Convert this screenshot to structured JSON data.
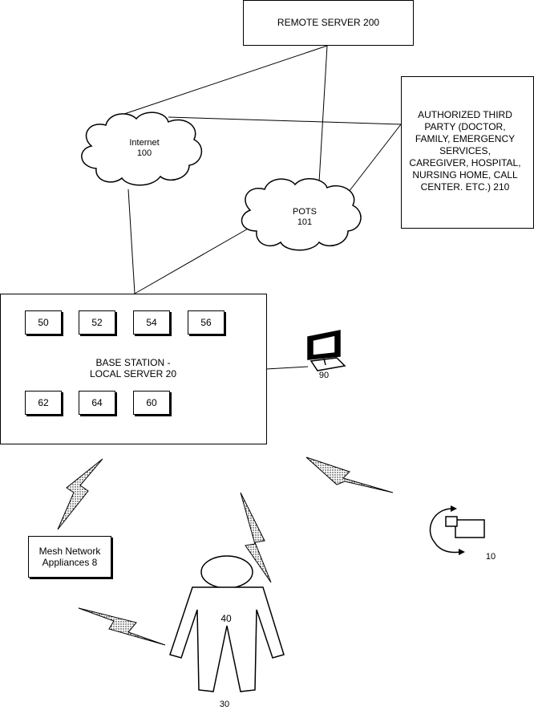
{
  "remote_server": {
    "label": "REMOTE SERVER 200"
  },
  "third_party": {
    "lines": [
      "AUTHORIZED THIRD",
      "PARTY (DOCTOR,",
      "FAMILY, EMERGENCY",
      "SERVICES,",
      "CAREGIVER, HOSPITAL,",
      "NURSING HOME, CALL",
      "CENTER. ETC.) 210"
    ]
  },
  "internet": {
    "line1": "Internet",
    "line2": "100"
  },
  "pots": {
    "line1": "POTS",
    "line2": "101"
  },
  "base_station": {
    "title_line1": "BASE STATION -",
    "title_line2": "LOCAL SERVER 20",
    "top_modules": [
      "50",
      "52",
      "54",
      "56"
    ],
    "bottom_modules": [
      "62",
      "64",
      "60"
    ]
  },
  "computer": {
    "label": "90"
  },
  "mesh": {
    "line1": "Mesh Network",
    "line2": "Appliances 8"
  },
  "person": {
    "body_label": "40",
    "ref_label": "30"
  },
  "camera": {
    "label": "10"
  },
  "colors": {
    "stroke": "#000000",
    "fill": "#ffffff"
  },
  "icons": [
    "cloud-icon",
    "computer-monitor-icon",
    "lightning-bolt-icon",
    "person-icon",
    "camera-icon",
    "rotation-arrow-icon"
  ]
}
